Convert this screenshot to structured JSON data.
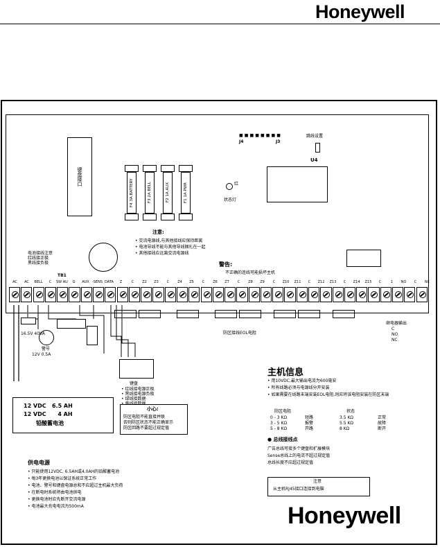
{
  "brand": {
    "logo_top": "Honeywell",
    "logo_bottom": "Honeywell"
  },
  "board": {
    "keypad_label": "键盘接口",
    "fuses": [
      "F4 3A BATTERY",
      "F3 2A BELL",
      "F2 1A AUX",
      "F1 1A PWR"
    ],
    "led_label": "红",
    "led_sublabel": "状态灯",
    "u4_label": "U4",
    "j3_label": "J3",
    "j4_label": "J4",
    "jumper_label": "跳线设置",
    "warning_title": "警告:",
    "warning_text": "不正确的连线可能损坏主机",
    "note_title": "注意:",
    "note_lines": [
      "• 交流电源线,与其他接线应保持距离",
      "• 电池导线不能与其他导线捆扎在一起",
      "• 其他接线应远离交流电源线"
    ],
    "left_note": [
      "电池接线注意",
      "红线接正极",
      "黑线接负极"
    ],
    "tb_label": "TB1",
    "terminal_labels": [
      "AC",
      "AC",
      "BELL",
      "C",
      "SW AUX",
      "G",
      "AUX",
      "-SENS",
      "DATA",
      "Z",
      "C",
      "Z2",
      "Z3",
      "C",
      "Z4",
      "Z5",
      "C",
      "Z6",
      "Z7",
      "C",
      "Z8",
      "Z9",
      "C",
      "Z10",
      "Z11",
      "C",
      "Z12",
      "Z13",
      "C",
      "Z14",
      "Z15",
      "C",
      "1",
      "NO",
      "C",
      "NC"
    ],
    "zone_label": "防区接线EOL电阻",
    "output_labels": [
      "继电器输出",
      "C",
      "NO",
      "NC"
    ]
  },
  "accessories": {
    "transformer": "16.5V 40VA",
    "bell": "警号",
    "bell_spec": "12V 0.5A",
    "keypad_note": "键盘",
    "keypad_lines": [
      "• 红线接电源正极",
      "• 黑线接电源负极",
      "• 绿线接数据",
      "• 黄线接数据"
    ],
    "battery_lines": [
      "12 VDC   6.5 AH",
      "12 VDC      4 AH"
    ],
    "battery_label": "铅酸蓄电池",
    "tip_title": "小心:",
    "tip_lines": [
      "防区电阻不能直接并联",
      "否则防区状态不能正确显示",
      "防区回路不要超过规定值"
    ]
  },
  "host_info": {
    "title": "主机信息",
    "lines": [
      "• 用10VDC,最大输出电流为600毫安",
      "• 所有线路必须与电源线分开安装",
      "• 如果需要在线路末端安装EOL电阻,则应将该电阻安装在防区末端"
    ],
    "table_header": [
      "防区电阻",
      "状态"
    ],
    "table_rows": [
      [
        "0 - 3 KΩ",
        "短路",
        "3.5 KΩ",
        "正常"
      ],
      [
        "3 - 5 KΩ",
        "报警",
        "5.5 KΩ",
        "故障"
      ],
      [
        "5 - 8 KΩ",
        "开路",
        "8 KΩ",
        "断开"
      ]
    ],
    "notice_title": "● 总线接线点",
    "notice_lines": [
      "广告总线可接多个键盘和扩展模块",
      "Sense总线上的电流不超过规定值",
      "总线长度不应超过规定值"
    ],
    "box_title": "注意",
    "box_text": "从主机RJ45接口连接到电脑"
  },
  "power": {
    "title": "供电电源",
    "lines": [
      "• 只能使用12VDC, 6.5AH或4.0AH的铅酸蓄电池",
      "• 每3年更换电池以保证系统正常工作",
      "• 电池、警号和键盘电源总和不应超过主机最大负荷",
      "• 在断电时系统将由电池供电",
      "• 更换电池时应先断开交流电源",
      "• 电池最大充电电流为500mA"
    ]
  }
}
